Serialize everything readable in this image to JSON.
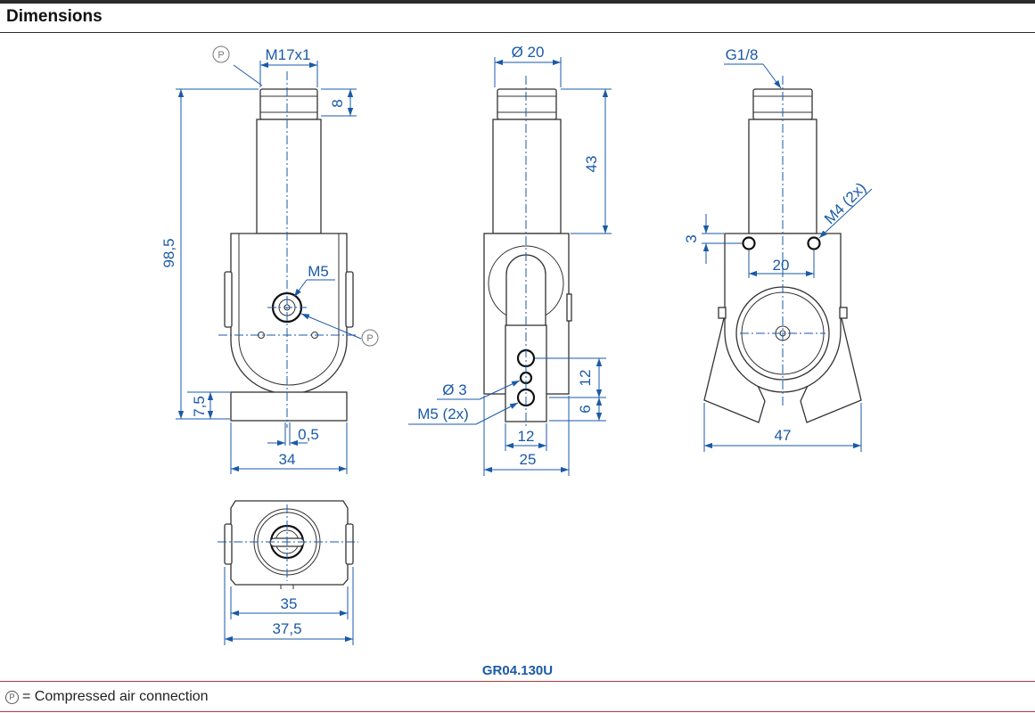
{
  "section_title": "Dimensions",
  "model": "GR04.130U",
  "legend": {
    "symbol": "P",
    "text": "= Compressed air connection"
  },
  "labels": {
    "front_thread": "M17x1",
    "front_thread_len": "8",
    "front_height": "98,5",
    "front_port": "M5",
    "front_base": "7,5",
    "front_offset": "0,5",
    "front_width": "34",
    "side_dia": "Ø 20",
    "side_len": "43",
    "side_hole_dia": "Ø 3",
    "side_hole_thread": "M5 (2x)",
    "side_hole_pitch": "12",
    "side_hole_offset": "6",
    "side_hole_spacing": "12",
    "side_width": "25",
    "back_thread": "G1/8",
    "back_holes": "M4 (2x)",
    "back_hole_offset": "3",
    "back_hole_spacing": "20",
    "back_width": "47",
    "bottom_inner": "35",
    "bottom_outer": "37,5",
    "pneumatic_marker": "P"
  },
  "colors": {
    "dimension": "#1a5aa8",
    "outline": "#333333",
    "rule": "#b53a43"
  }
}
